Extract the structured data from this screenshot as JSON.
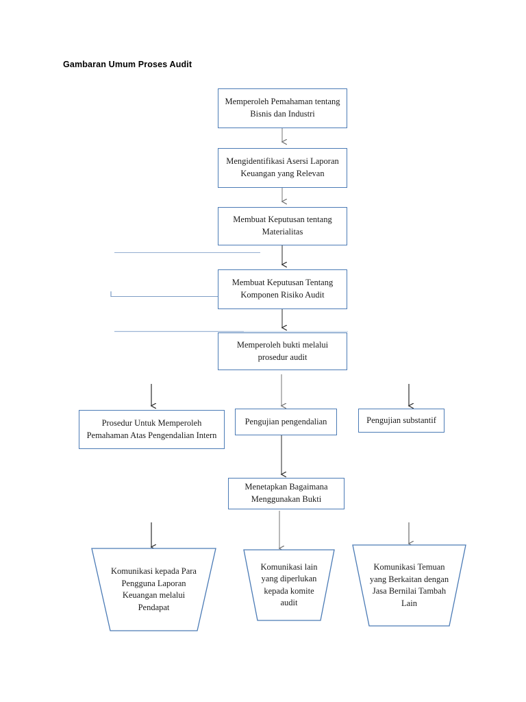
{
  "document": {
    "title": "Gambaran Umum Proses Audit",
    "type": "flowchart",
    "language": "id"
  },
  "theme": {
    "box_border": "#4a7ab5",
    "box_fill": "#ffffff",
    "arrow_dark": "#2b2b2b",
    "arrow_gray": "#808080",
    "stray_line": "#7e9cc4",
    "text": "#1a1a1a",
    "page_background": "#ffffff"
  },
  "nodes": [
    {
      "id": "n1",
      "label": "Memperoleh Pemahaman tentang Bisnis dan Industri",
      "shape": "rect"
    },
    {
      "id": "n2",
      "label": "Mengidentifikasi Asersi Laporan Keuangan yang Relevan",
      "shape": "rect"
    },
    {
      "id": "n3",
      "label": "Membuat Keputusan tentang Materialitas",
      "shape": "rect"
    },
    {
      "id": "n4",
      "label": "Membuat Keputusan Tentang Komponen Risiko Audit",
      "shape": "rect"
    },
    {
      "id": "n5",
      "label": "Memperoleh bukti melalui prosedur audit",
      "shape": "rect"
    },
    {
      "id": "n6",
      "label": "Prosedur Untuk Memperoleh Pemahaman Atas Pengendalian Intern",
      "shape": "rect"
    },
    {
      "id": "n7",
      "label": "Pengujian pengendalian",
      "shape": "rect"
    },
    {
      "id": "n8",
      "label": "Pengujian substantif",
      "shape": "rect"
    },
    {
      "id": "n9",
      "label": "Menetapkan Bagaimana Menggunakan Bukti",
      "shape": "rect"
    },
    {
      "id": "n10",
      "label": "Komunikasi kepada Para Pengguna Laporan Keuangan melalui Pendapat",
      "shape": "trapezoid"
    },
    {
      "id": "n11",
      "label": "Komunikasi lain yang diperlukan kepada komite audit",
      "shape": "trapezoid"
    },
    {
      "id": "n12",
      "label": "Komunikasi Temuan yang Berkaitan dengan Jasa Bernilai Tambah Lain",
      "shape": "trapezoid"
    }
  ],
  "connectors": [
    {
      "from": "n1",
      "to": "n2",
      "style": "arrow-down"
    },
    {
      "from": "n2",
      "to": "n3",
      "style": "arrow-down"
    },
    {
      "from": "n3",
      "to": "n4",
      "style": "arrow-down"
    },
    {
      "from": "n4",
      "to": "n5",
      "style": "arrow-down"
    },
    {
      "from": "n5",
      "to": "n6",
      "style": "arrow-down"
    },
    {
      "from": "n5",
      "to": "n7",
      "style": "arrow-down"
    },
    {
      "from": "n5",
      "to": "n8",
      "style": "arrow-down"
    },
    {
      "from": "n7",
      "to": "n9",
      "style": "arrow-down"
    },
    {
      "from": "n9",
      "to": "n10",
      "style": "arrow-down"
    },
    {
      "from": "n9",
      "to": "n11",
      "style": "arrow-down"
    },
    {
      "from": "n9",
      "to": "n12",
      "style": "arrow-down"
    }
  ]
}
